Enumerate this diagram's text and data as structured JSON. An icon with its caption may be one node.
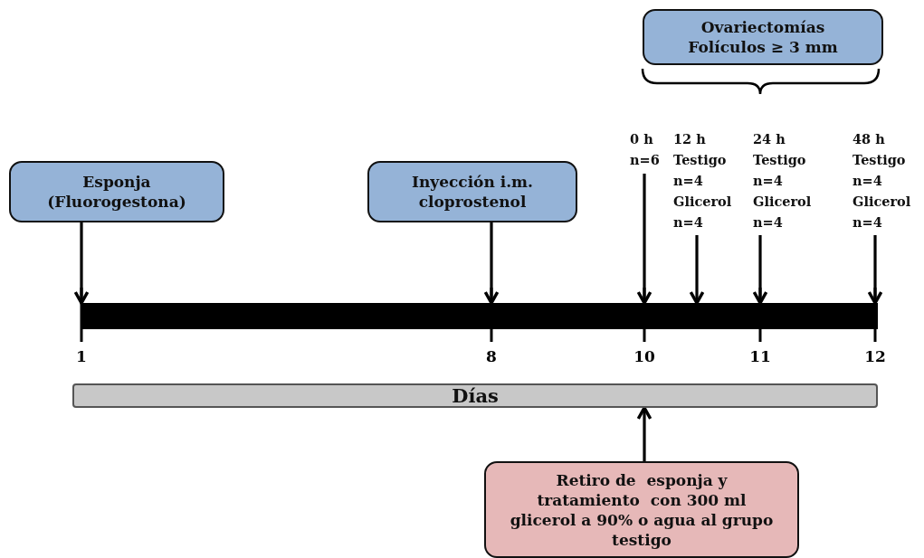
{
  "diagram": {
    "nodes": [
      {
        "text": [
          "Esponja (Fluorogestona)"
        ]
      },
      {
        "text": [
          "Inyección i.m. cloprostenol"
        ]
      },
      {
        "text": [
          "Ovariectomías Folículos ≥ 3 mm"
        ]
      },
      {
        "text": [
          "0 h",
          "n=6"
        ]
      },
      {
        "text": [
          "12 h",
          "Testigo",
          "n=4",
          "Glicerol",
          "n=4"
        ]
      },
      {
        "text": [
          "24 h",
          "Testigo",
          "n=4",
          "Glicerol",
          "n=4"
        ]
      },
      {
        "text": [
          "48 h",
          "Testigo",
          "n=4",
          "Glicerol",
          "n=4"
        ]
      },
      {
        "text": [],
        "shape": "bar"
      },
      {
        "text": [
          "Días"
        ]
      },
      {
        "text": [
          "Retiro de  esponja y tratamiento  con 300 ml glicerol a 90% o agua al grupo testigo"
        ]
      }
    ],
    "edges": [
      {
        "from": 0,
        "to": 7,
        "arrow": "to"
      },
      {
        "from": 1,
        "to": 7,
        "arrow": "to"
      },
      {
        "from": 3,
        "to": 7,
        "arrow": "to"
      },
      {
        "from": 4,
        "to": 7,
        "arrow": "to"
      },
      {
        "from": 5,
        "to": 7,
        "arrow": "to"
      },
      {
        "from": 6,
        "to": 7,
        "arrow": "to"
      },
      {
        "from": 9,
        "to": 8,
        "arrow": "to"
      }
    ],
    "labels": [
      "1",
      "8",
      "10",
      "11",
      "12"
    ]
  }
}
